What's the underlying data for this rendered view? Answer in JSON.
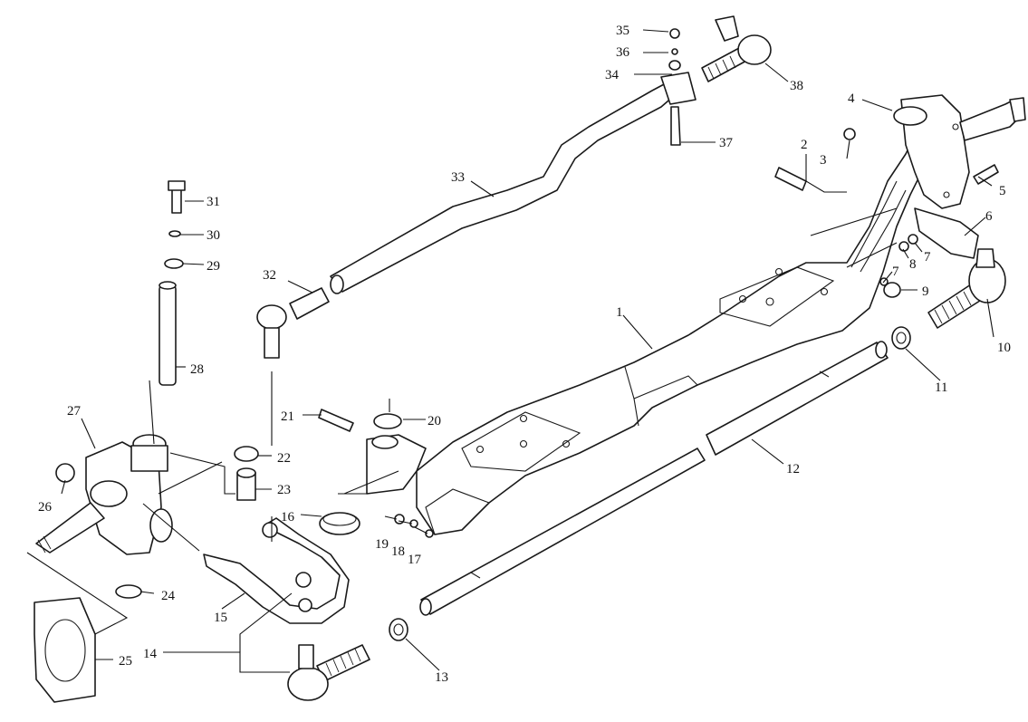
{
  "figure": {
    "colors": {
      "ink": "#1a1a1a",
      "paper": "#ffffff"
    }
  },
  "callouts": [
    {
      "id": "c1",
      "label": "1"
    },
    {
      "id": "c2",
      "label": "2"
    },
    {
      "id": "c3",
      "label": "3"
    },
    {
      "id": "c4",
      "label": "4"
    },
    {
      "id": "c5",
      "label": "5"
    },
    {
      "id": "c6",
      "label": "6"
    },
    {
      "id": "c7a",
      "label": "7"
    },
    {
      "id": "c7b",
      "label": "7"
    },
    {
      "id": "c8",
      "label": "8"
    },
    {
      "id": "c9",
      "label": "9"
    },
    {
      "id": "c10",
      "label": "10"
    },
    {
      "id": "c11",
      "label": "11"
    },
    {
      "id": "c12",
      "label": "12"
    },
    {
      "id": "c13",
      "label": "13"
    },
    {
      "id": "c14",
      "label": "14"
    },
    {
      "id": "c15",
      "label": "15"
    },
    {
      "id": "c16",
      "label": "16"
    },
    {
      "id": "c17",
      "label": "17"
    },
    {
      "id": "c18",
      "label": "18"
    },
    {
      "id": "c19",
      "label": "19"
    },
    {
      "id": "c20",
      "label": "20"
    },
    {
      "id": "c21",
      "label": "21"
    },
    {
      "id": "c22",
      "label": "22"
    },
    {
      "id": "c23",
      "label": "23"
    },
    {
      "id": "c24",
      "label": "24"
    },
    {
      "id": "c25",
      "label": "25"
    },
    {
      "id": "c26",
      "label": "26"
    },
    {
      "id": "c27",
      "label": "27"
    },
    {
      "id": "c28",
      "label": "28"
    },
    {
      "id": "c29",
      "label": "29"
    },
    {
      "id": "c30",
      "label": "30"
    },
    {
      "id": "c31",
      "label": "31"
    },
    {
      "id": "c32",
      "label": "32"
    },
    {
      "id": "c33",
      "label": "33"
    },
    {
      "id": "c34",
      "label": "34"
    },
    {
      "id": "c35",
      "label": "35"
    },
    {
      "id": "c36",
      "label": "36"
    },
    {
      "id": "c37",
      "label": "37"
    },
    {
      "id": "c38",
      "label": "38"
    }
  ]
}
